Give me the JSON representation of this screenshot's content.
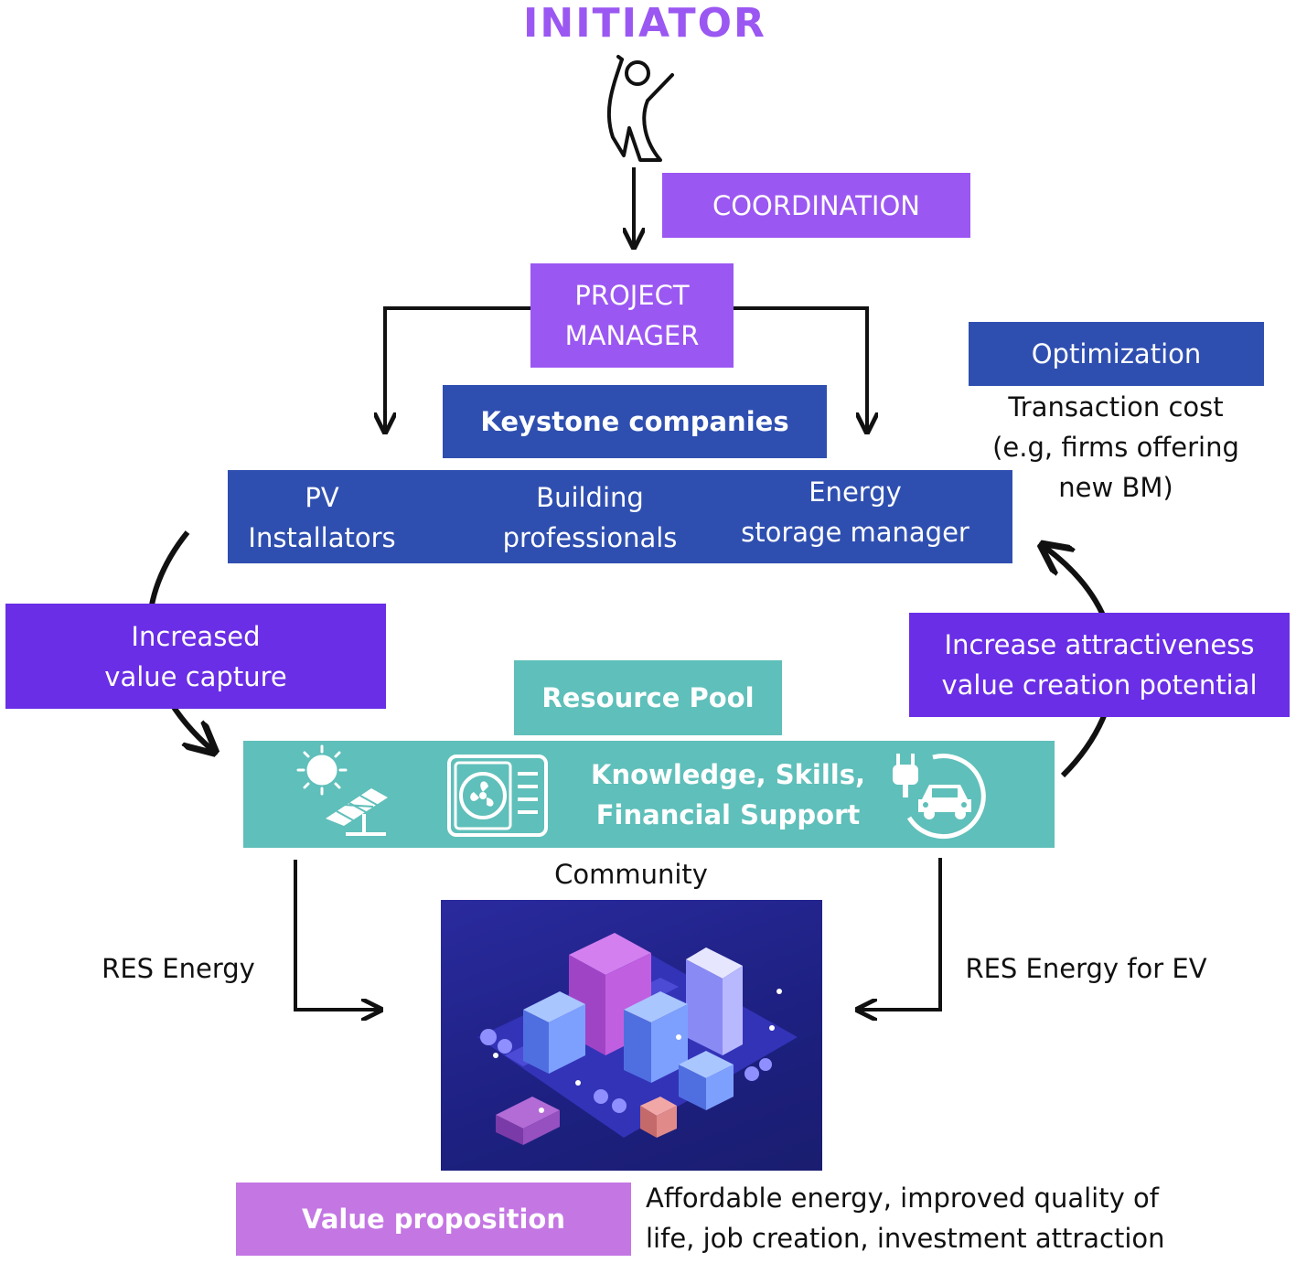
{
  "title": "INITIATOR",
  "coordination": "COORDINATION",
  "project_manager": [
    "PROJECT",
    "MANAGER"
  ],
  "keystone": "Keystone companies",
  "companies": [
    [
      "PV",
      "Installators"
    ],
    [
      "Building",
      "professionals"
    ],
    [
      "Energy",
      "storage manager"
    ]
  ],
  "optimization": "Optimization",
  "transaction": [
    "Transaction cost",
    "(e.g, firms offering",
    "new BM)"
  ],
  "increased_value": [
    "Increased",
    "value capture"
  ],
  "increase_attract": [
    "Increase attractiveness",
    "value creation potential"
  ],
  "resource_pool": "Resource Pool",
  "knowledge": [
    "Knowledge, Skills,",
    "Financial Support"
  ],
  "community": "Community",
  "res_energy": "RES Energy",
  "res_energy_ev": "RES Energy for EV",
  "value_prop": "Value proposition",
  "value_desc": [
    "Affordable energy, improved quality of",
    "life, job creation, investment attraction"
  ],
  "colors": {
    "purple": "#9b57f2",
    "navy": "#2f4fb0",
    "violet": "#6a2ee6",
    "teal": "#5fbfba",
    "pink": "#c476e3"
  }
}
